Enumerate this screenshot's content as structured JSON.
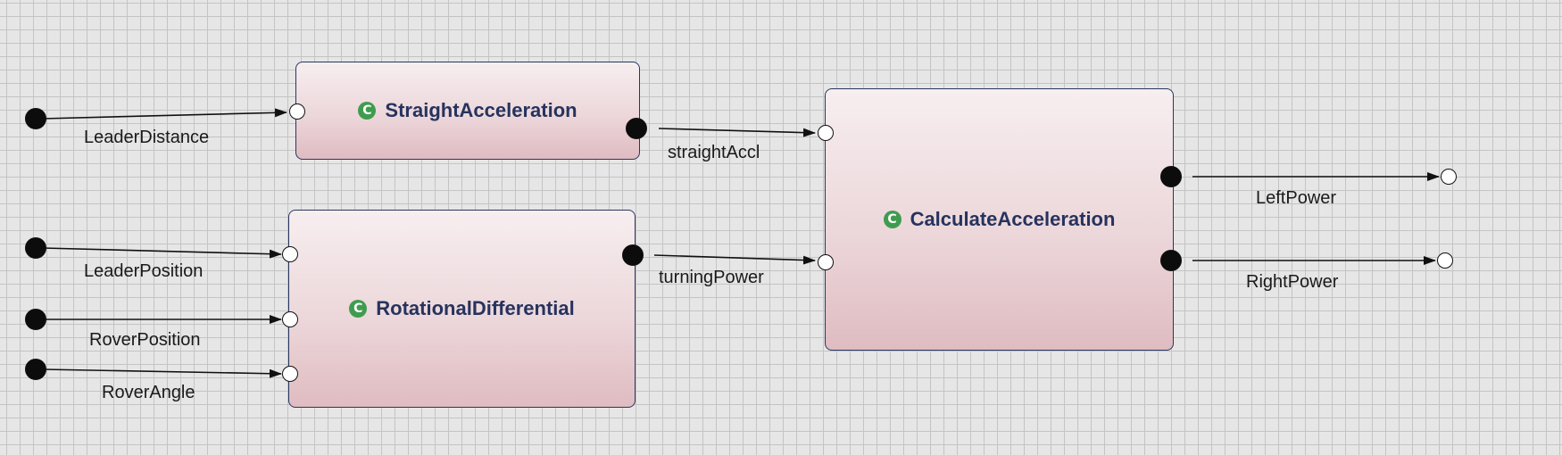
{
  "blocks": {
    "straight_accel": {
      "name": "StraightAcceleration",
      "icon": "c-class-icon"
    },
    "rotational_diff": {
      "name": "RotationalDifferential",
      "icon": "c-class-icon"
    },
    "calc_accel": {
      "name": "CalculateAcceleration",
      "icon": "c-class-icon"
    }
  },
  "icon_glyph": "C",
  "signals": {
    "leader_distance": "LeaderDistance",
    "leader_position": "LeaderPosition",
    "rover_position": "RoverPosition",
    "rover_angle": "RoverAngle",
    "straight_accl": "straightAccl",
    "turning_power": "turningPower",
    "left_power": "LeftPower",
    "right_power": "RightPower"
  },
  "colors": {
    "canvas_bg": "#e6e6e6",
    "grid_line": "#c4c4c4",
    "block_border": "#283660",
    "block_title": "#26335e",
    "block_fill_top": "#f7eef0",
    "block_fill_bottom": "#dfbcc1",
    "class_icon": "#3f9c4f"
  }
}
